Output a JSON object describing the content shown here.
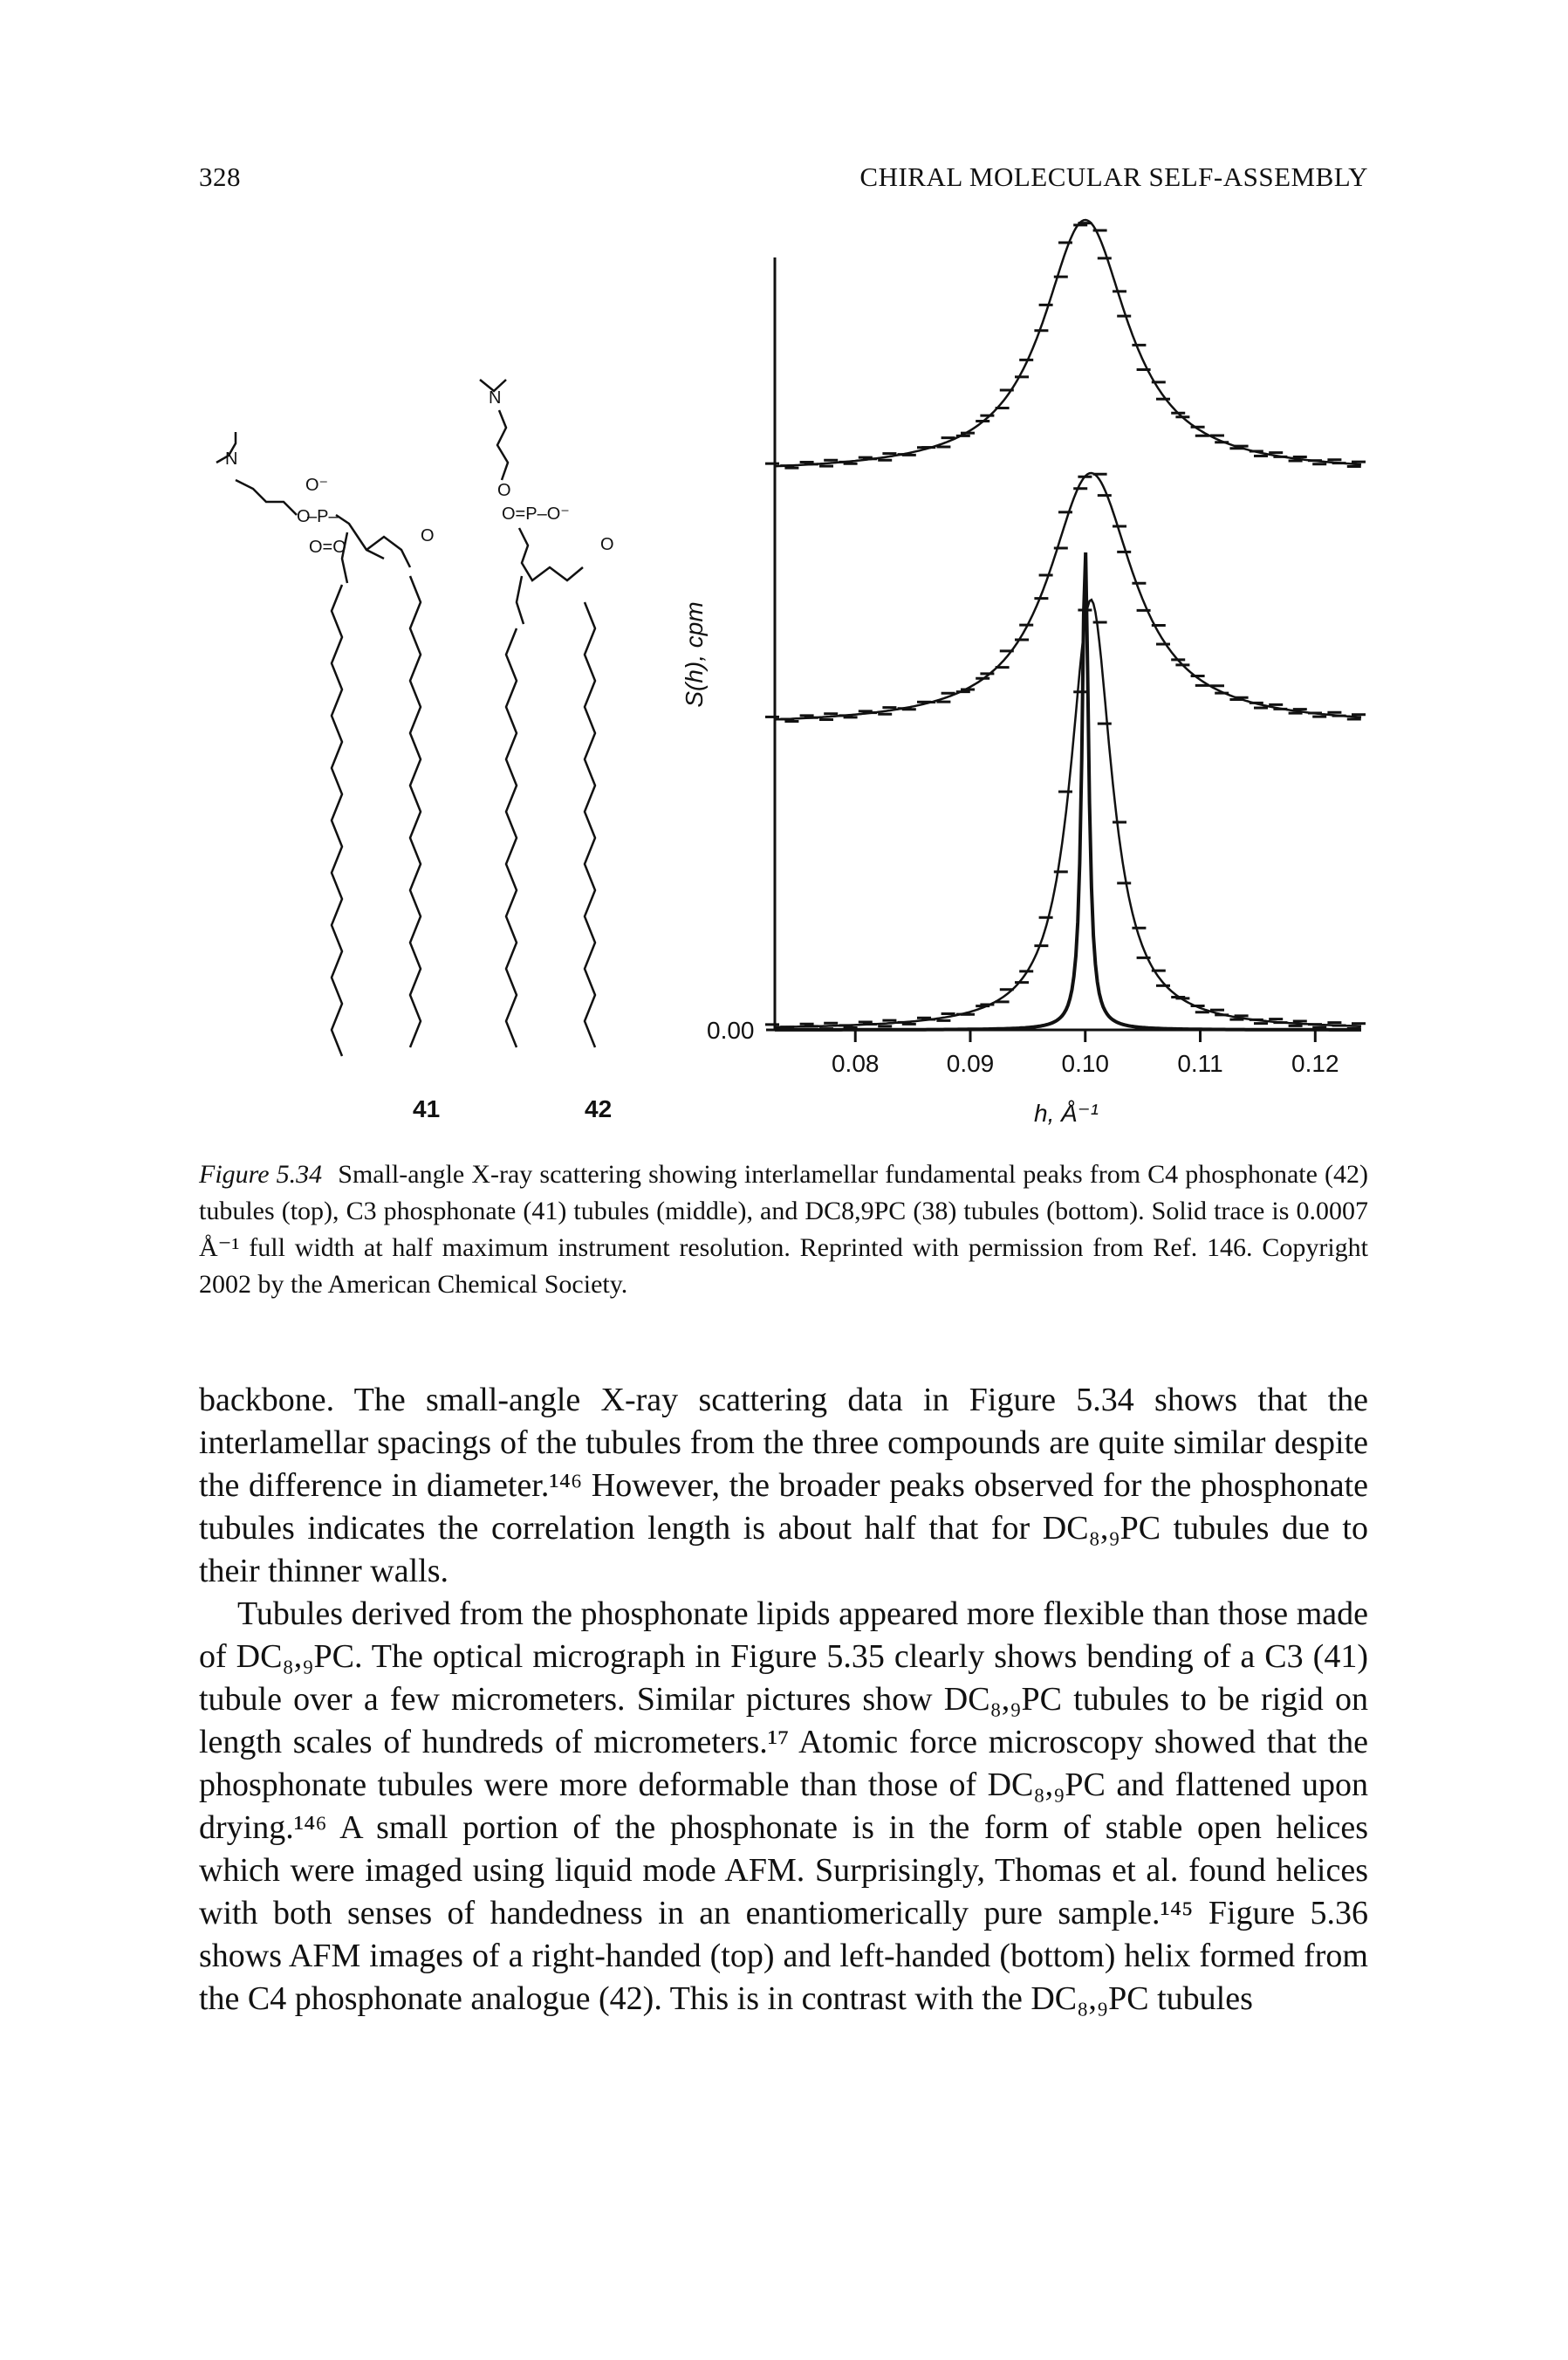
{
  "header": {
    "page_number": "328",
    "running_title": "CHIRAL MOLECULAR SELF-ASSEMBLY"
  },
  "figure": {
    "compound_labels": [
      "41",
      "42"
    ],
    "chart_data": {
      "type": "line",
      "xlabel": "h, Å⁻¹",
      "ylabel": "S(h), cpm",
      "x_ticks": [
        "0.08",
        "0.09",
        "0.10",
        "0.11",
        "0.12"
      ],
      "y_ticks": [
        "0.00"
      ],
      "xlim": [
        0.073,
        0.124
      ],
      "series": [
        {
          "offset": 2.2,
          "peak_x": 0.1,
          "height": 1.0,
          "hwhm": 0.0045
        },
        {
          "offset": 1.2,
          "peak_x": 0.1005,
          "height": 1.0,
          "hwhm": 0.0045
        },
        {
          "offset": 0.0,
          "peak_x": 0.1005,
          "height": 1.7,
          "hwhm": 0.0022
        },
        {
          "offset": 0.0,
          "peak_x": 0.1,
          "height": 1.9,
          "hwhm": 0.00035,
          "style": "solid trace (instrument resolution)"
        }
      ]
    }
  },
  "caption": {
    "label": "Figure 5.34",
    "text": "Small-angle X-ray scattering showing interlamellar fundamental peaks from C4 phosphonate (42) tubules (top), C3 phosphonate (41) tubules (middle), and DC8,9PC (38) tubules (bottom). Solid trace is 0.0007 Å⁻¹ full width at half maximum instrument resolution. Reprinted with permission from Ref. 146. Copyright 2002 by the American Chemical Society."
  },
  "body": {
    "paragraphs": [
      "backbone. The small-angle X-ray scattering data in Figure 5.34 shows that the interlamellar spacings of the tubules from the three compounds are quite similar despite the difference in diameter.¹⁴⁶ However, the broader peaks observed for the phosphonate tubules indicates the correlation length is about half that for DC₈,₉PC tubules due to their thinner walls.",
      "Tubules derived from the phosphonate lipids appeared more flexible than those made of DC₈,₉PC. The optical micrograph in Figure 5.35 clearly shows bending of a C3 (41) tubule over a few micrometers. Similar pictures show DC₈,₉PC tubules to be rigid on length scales of hundreds of micrometers.¹⁷ Atomic force microscopy showed that the phosphonate tubules were more deformable than those of DC₈,₉PC and flattened upon drying.¹⁴⁶ A small portion of the phosphonate is in the form of stable open helices which were imaged using liquid mode AFM. Surprisingly, Thomas et al. found helices with both senses of handedness in an enantiomerically pure sample.¹⁴⁵ Figure 5.36 shows AFM images of a right-handed (top) and left-handed (bottom) helix formed from the C4 phosphonate analogue (42). This is in contrast with the DC₈,₉PC tubules"
    ]
  }
}
